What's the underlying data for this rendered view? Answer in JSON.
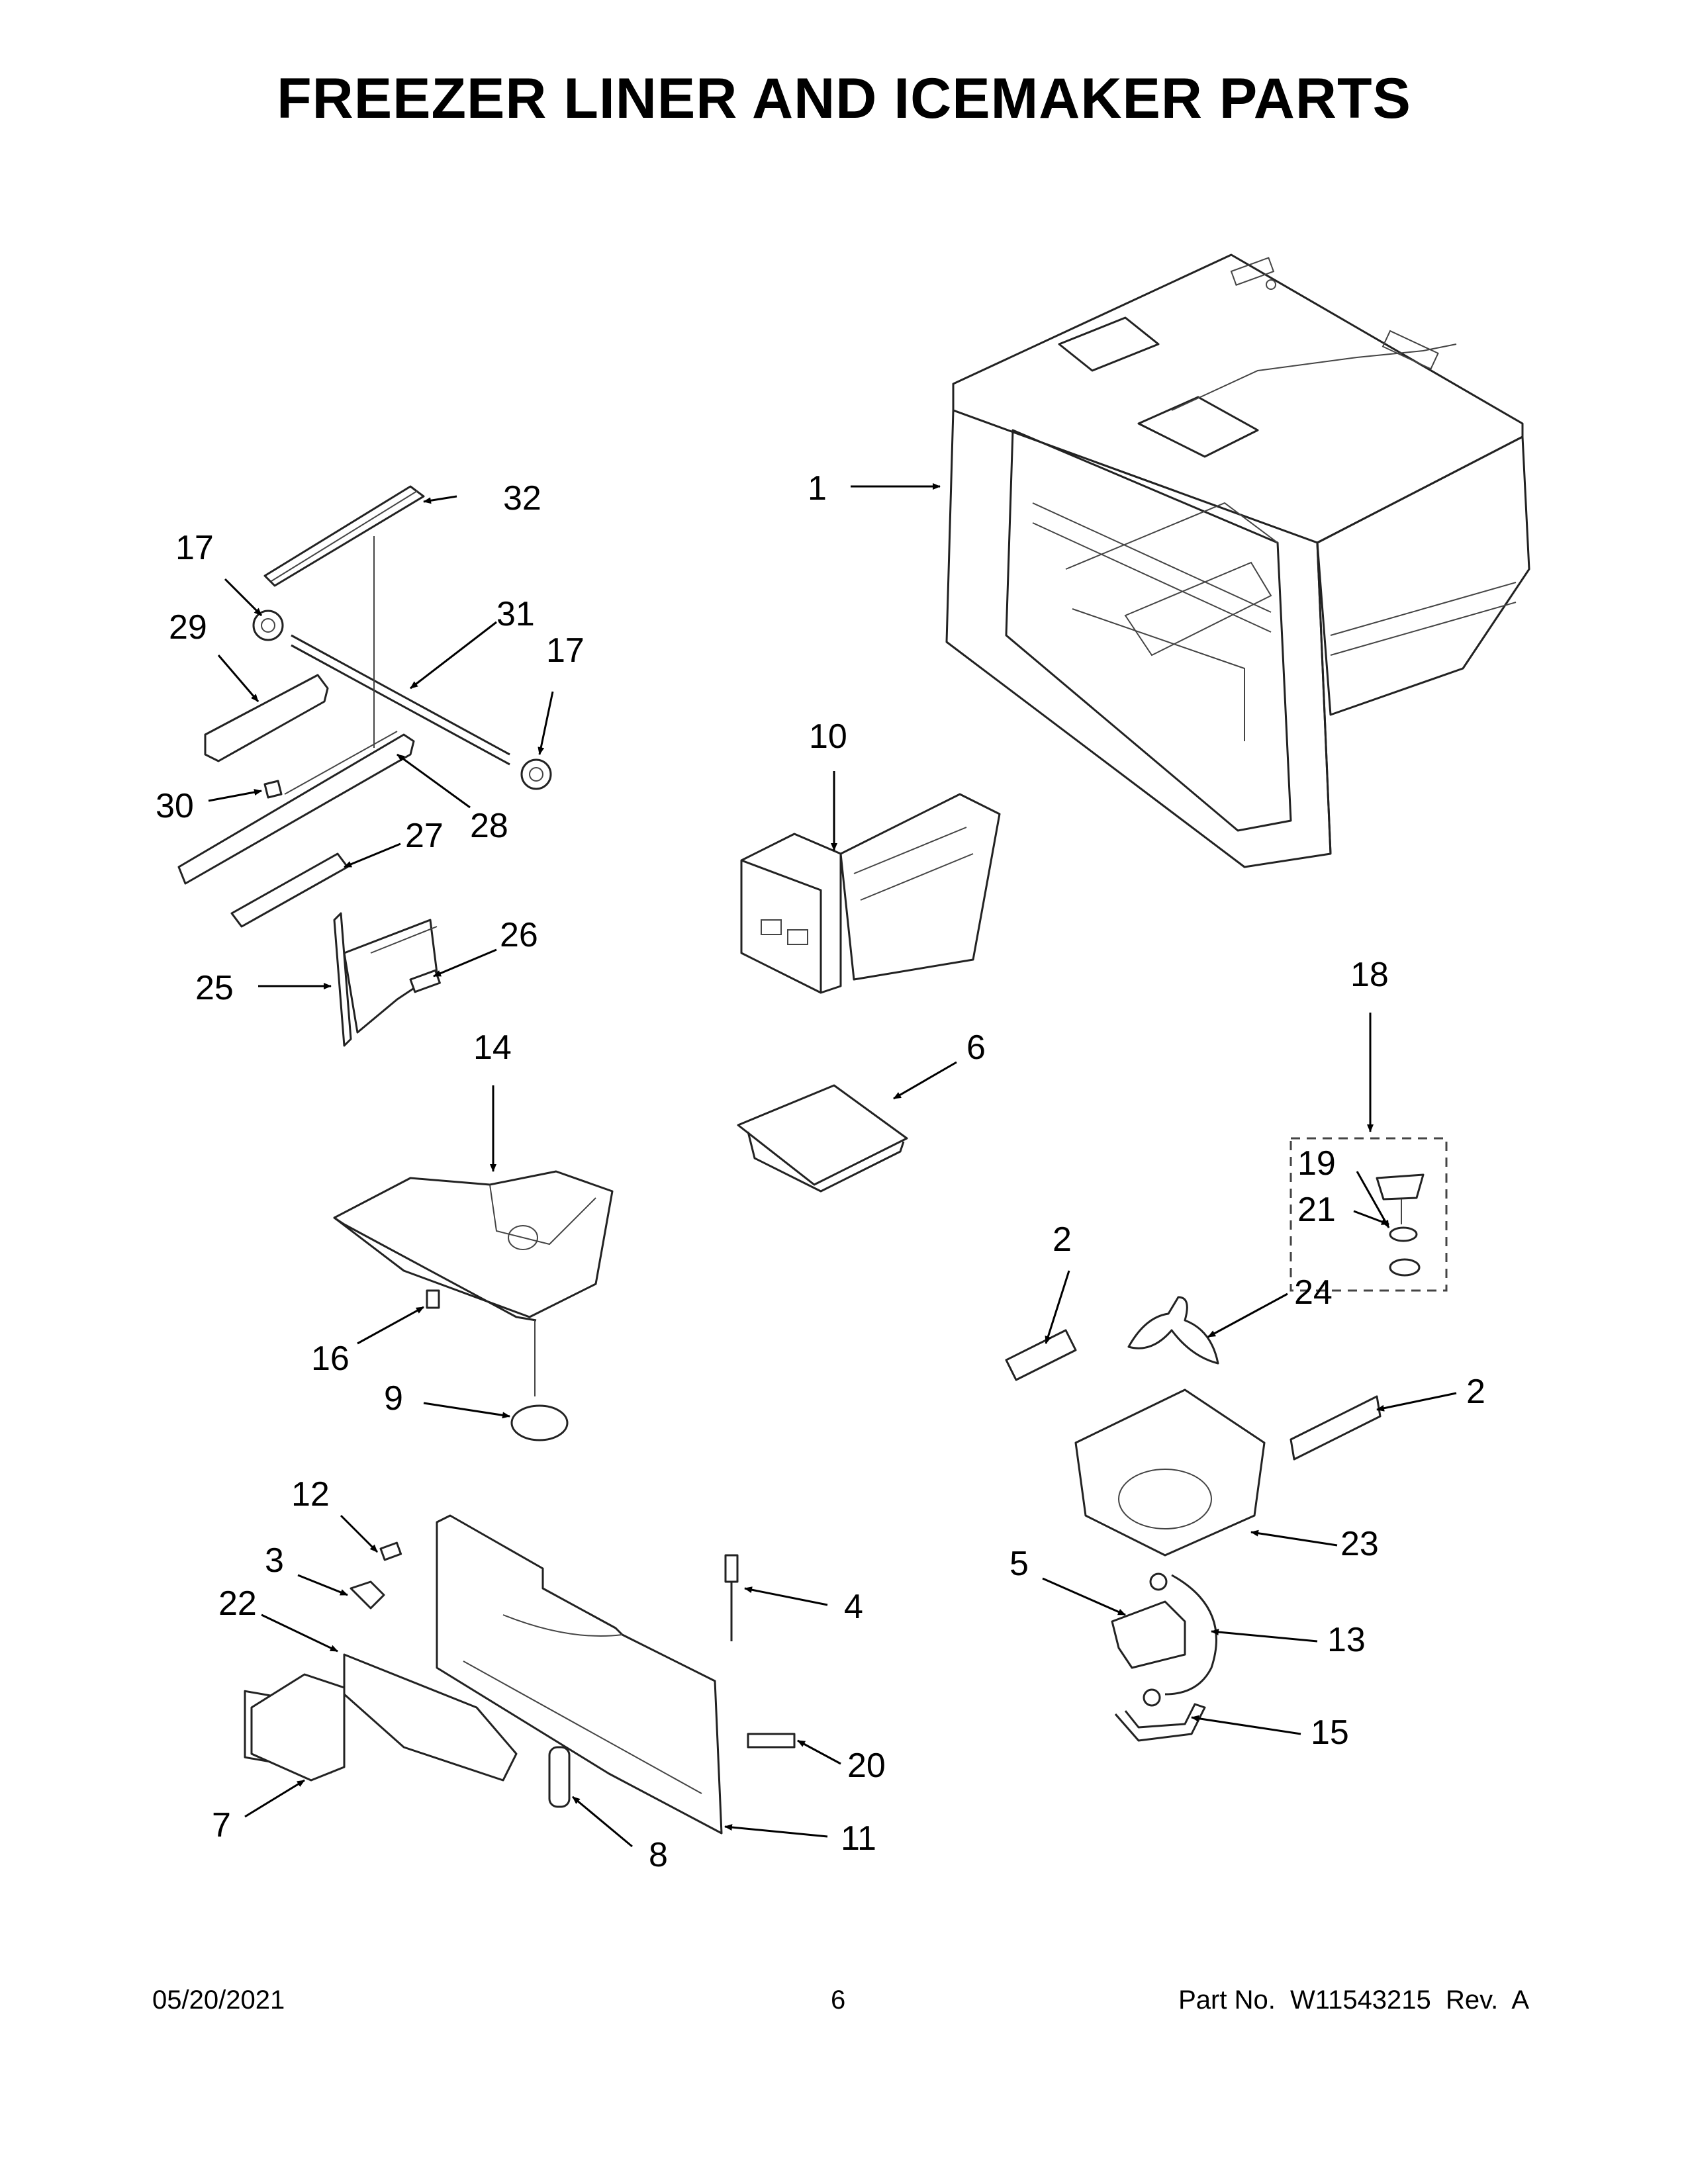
{
  "title": "FREEZER LINER AND ICEMAKER PARTS",
  "footer": {
    "date": "05/20/2021",
    "page": "6",
    "part": "Part No.  W11543215  Rev.  A"
  },
  "callouts": [
    {
      "id": "c32",
      "label": "32"
    },
    {
      "id": "c17a",
      "label": "17"
    },
    {
      "id": "c29",
      "label": "29"
    },
    {
      "id": "c31",
      "label": "31"
    },
    {
      "id": "c17b",
      "label": "17"
    },
    {
      "id": "c30",
      "label": "30"
    },
    {
      "id": "c28",
      "label": "28"
    },
    {
      "id": "c27",
      "label": "27"
    },
    {
      "id": "c26",
      "label": "26"
    },
    {
      "id": "c25",
      "label": "25"
    },
    {
      "id": "c1",
      "label": "1"
    },
    {
      "id": "c10",
      "label": "10"
    },
    {
      "id": "c6",
      "label": "6"
    },
    {
      "id": "c18",
      "label": "18"
    },
    {
      "id": "c19",
      "label": "19"
    },
    {
      "id": "c21",
      "label": "21"
    },
    {
      "id": "c14",
      "label": "14"
    },
    {
      "id": "c16",
      "label": "16"
    },
    {
      "id": "c9",
      "label": "9"
    },
    {
      "id": "c2a",
      "label": "2"
    },
    {
      "id": "c24",
      "label": "24"
    },
    {
      "id": "c2b",
      "label": "2"
    },
    {
      "id": "c23",
      "label": "23"
    },
    {
      "id": "c5",
      "label": "5"
    },
    {
      "id": "c13",
      "label": "13"
    },
    {
      "id": "c15",
      "label": "15"
    },
    {
      "id": "c12",
      "label": "12"
    },
    {
      "id": "c3",
      "label": "3"
    },
    {
      "id": "c22",
      "label": "22"
    },
    {
      "id": "c4",
      "label": "4"
    },
    {
      "id": "c20",
      "label": "20"
    },
    {
      "id": "c7",
      "label": "7"
    },
    {
      "id": "c8",
      "label": "8"
    },
    {
      "id": "c11",
      "label": "11"
    }
  ]
}
